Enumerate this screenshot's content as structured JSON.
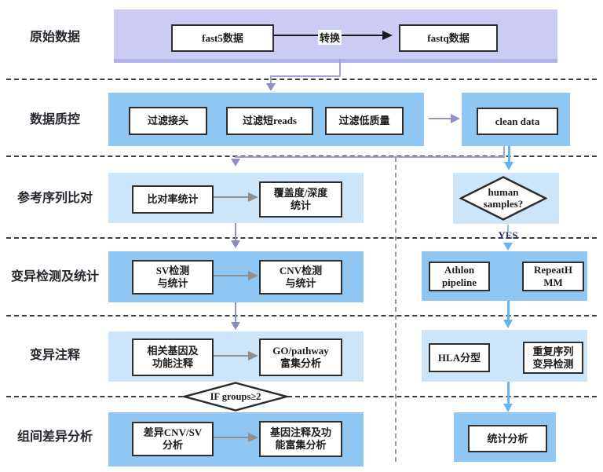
{
  "diagram": {
    "rows": [
      {
        "id": "raw",
        "label": "原始数据"
      },
      {
        "id": "qc",
        "label": "数据质控"
      },
      {
        "id": "align",
        "label": "参考序列比对"
      },
      {
        "id": "variant",
        "label": "变异检测及统计"
      },
      {
        "id": "annotation",
        "label": "变异注释"
      },
      {
        "id": "group_diff",
        "label": "组间差异分析"
      }
    ],
    "nodes": {
      "fast5": "fast5数据",
      "convert_edge": "转换",
      "fastq": "fastq数据",
      "filter_adapter": "过滤接头",
      "filter_short_reads": "过滤短reads",
      "filter_low_quality": "过滤低质量",
      "clean_data": "clean data",
      "align_rate": "比对率统计",
      "coverage_depth": "覆盖度/深度\n统计",
      "sv_stats": "SV检测\n与统计",
      "cnv_stats": "CNV检测\n与统计",
      "related_genes": "相关基因及\n功能注释",
      "go_pathway": "GO/pathway\n富集分析",
      "if_groups": "IF groups≥2",
      "diff_cnv_sv": "差异CNV/SV\n分析",
      "gene_enrichment": "基因注释及功\n能富集分析",
      "human_samples": "human\nsamples?",
      "yes": "YES",
      "athlon_pipeline": "Athlon\npipeline",
      "repeathmm": "RepeatH\nMM",
      "hla_typing": "HLA分型",
      "repeat_variant": "重复序列\n变异检测",
      "stats_analysis": "统计分析"
    },
    "colors": {
      "purple_band": "#cbcbf4",
      "blue_band": "#8fc6f2",
      "light_blue_band": "#cde5f8",
      "slate_arrow": "#9090cc",
      "lavender_arrow": "#a3a3da",
      "blue_arrow": "#62b5f2",
      "gray_arrow": "#8f8f8f",
      "black_arrow": "#1b1b1b"
    }
  }
}
